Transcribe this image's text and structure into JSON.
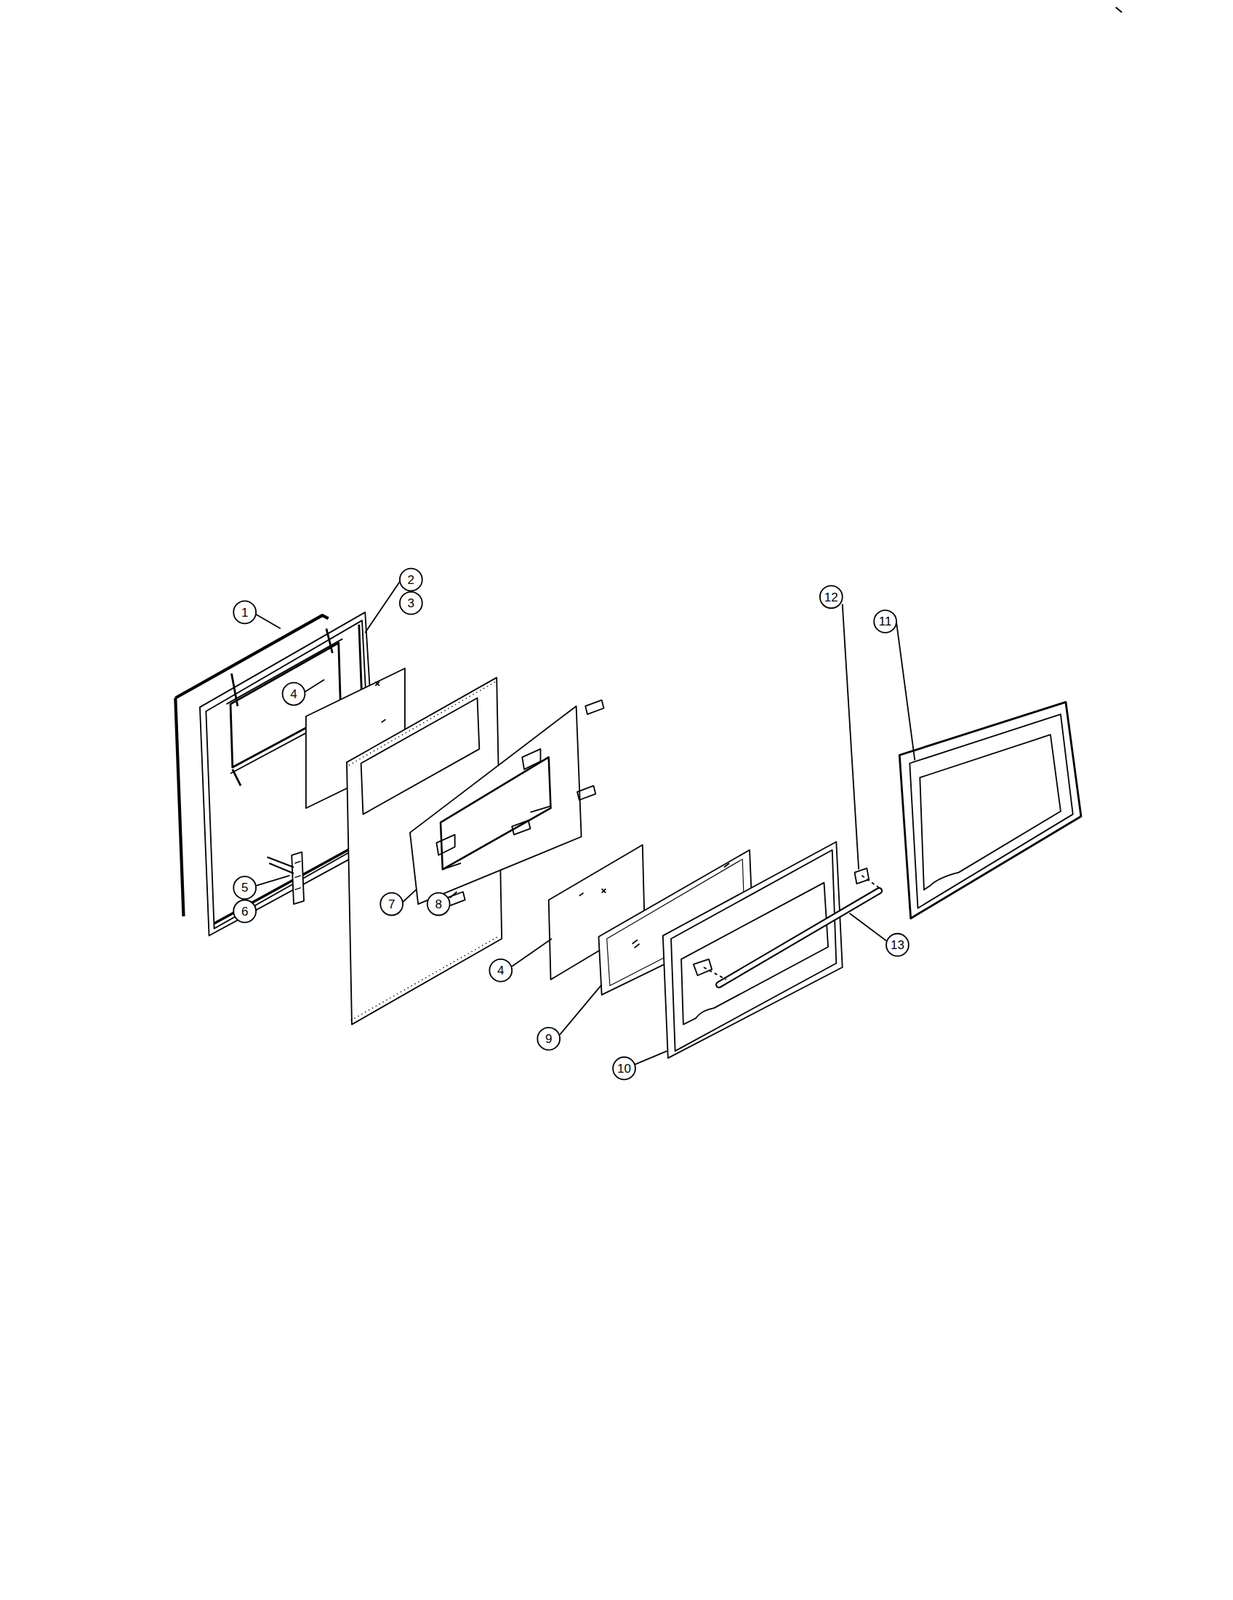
{
  "diagram": {
    "labels": [
      "1",
      "2",
      "3",
      "4",
      "5",
      "6",
      "7",
      "8",
      "4",
      "9",
      "10",
      "11",
      "12",
      "13"
    ]
  }
}
